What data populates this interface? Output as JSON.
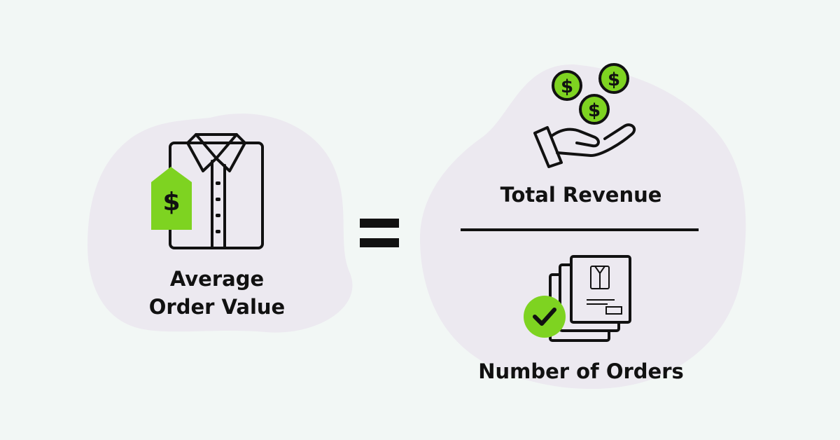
{
  "colors": {
    "background": "#f2f7f5",
    "blob": "#ece9f0",
    "accent_green": "#7ed321",
    "stroke": "#111111"
  },
  "left": {
    "label_line1": "Average",
    "label_line2": "Order Value",
    "icon": "shirt-with-price-tag-icon",
    "tag_symbol": "$"
  },
  "operator": "equals-sign",
  "right": {
    "numerator_label": "Total Revenue",
    "numerator_icon": "hand-receiving-coins-icon",
    "coin_symbol": "$",
    "denominator_label": "Number of Orders",
    "denominator_icon": "orders-stack-checkmark-icon"
  }
}
